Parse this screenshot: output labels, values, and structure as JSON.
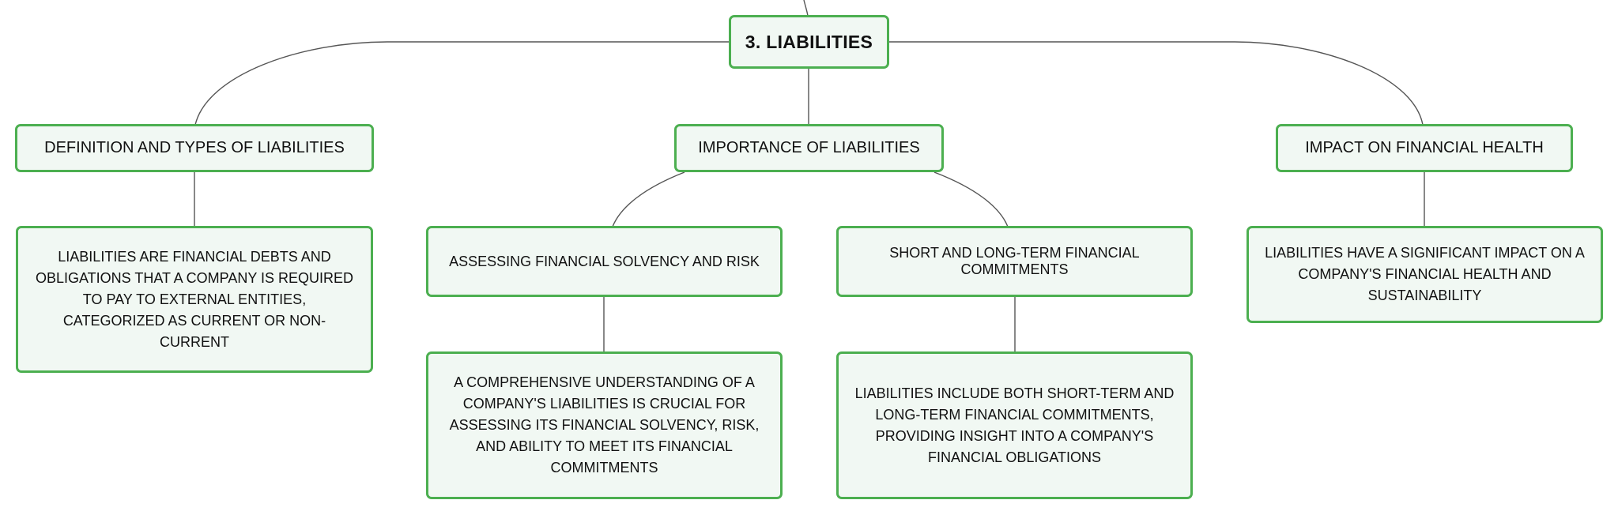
{
  "root": {
    "label": "3. LIABILITIES"
  },
  "topics": [
    {
      "label": "DEFINITION AND TYPES OF LIABILITIES",
      "detail": "LIABILITIES ARE FINANCIAL DEBTS AND OBLIGATIONS THAT A COMPANY IS REQUIRED TO PAY TO EXTERNAL ENTITIES, CATEGORIZED AS CURRENT OR NON-CURRENT"
    },
    {
      "label": "IMPORTANCE OF LIABILITIES",
      "subtopics": [
        {
          "label": "ASSESSING FINANCIAL SOLVENCY AND RISK",
          "detail": "A COMPREHENSIVE UNDERSTANDING OF A COMPANY'S LIABILITIES IS CRUCIAL FOR ASSESSING ITS FINANCIAL SOLVENCY, RISK, AND ABILITY TO MEET ITS FINANCIAL COMMITMENTS"
        },
        {
          "label": "SHORT AND LONG-TERM FINANCIAL COMMITMENTS",
          "detail": "LIABILITIES INCLUDE BOTH SHORT-TERM AND LONG-TERM FINANCIAL COMMITMENTS, PROVIDING INSIGHT INTO A COMPANY'S FINANCIAL OBLIGATIONS"
        }
      ]
    },
    {
      "label": "IMPACT ON FINANCIAL HEALTH",
      "detail": "LIABILITIES HAVE A SIGNIFICANT IMPACT ON A COMPANY'S FINANCIAL HEALTH AND SUSTAINABILITY"
    }
  ],
  "colors": {
    "node_border": "#4caf50",
    "node_fill": "#f1f8f3",
    "connector": "#555555",
    "text": "#111111"
  }
}
